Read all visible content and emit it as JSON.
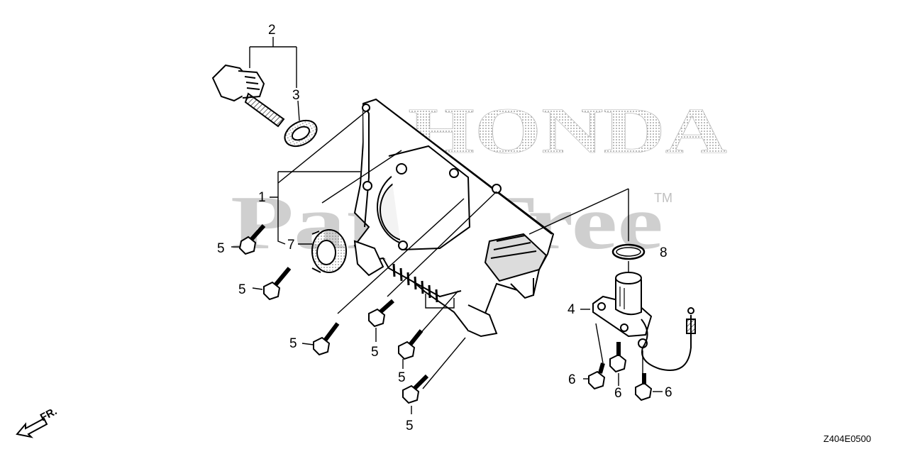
{
  "watermark": {
    "brand": "HONDA",
    "site": "PartsTree",
    "trademark": "TM"
  },
  "callouts": [
    "1",
    "2",
    "3",
    "4",
    "5",
    "6",
    "7",
    "8"
  ],
  "callout_instances": {
    "c1": "1",
    "c2": "2",
    "c3": "3",
    "c4": "4",
    "c5a": "5",
    "c5b": "5",
    "c5c": "5",
    "c5d": "5",
    "c5e": "5",
    "c5f": "5",
    "c6a": "6",
    "c6b": "6",
    "c6c": "6",
    "c7": "7",
    "c8": "8"
  },
  "direction_indicator": "FR.",
  "diagram_code": "Z404E0500",
  "colors": {
    "line": "#000000",
    "watermark": "#c8c8c8",
    "dots": "#9a9a9a"
  }
}
